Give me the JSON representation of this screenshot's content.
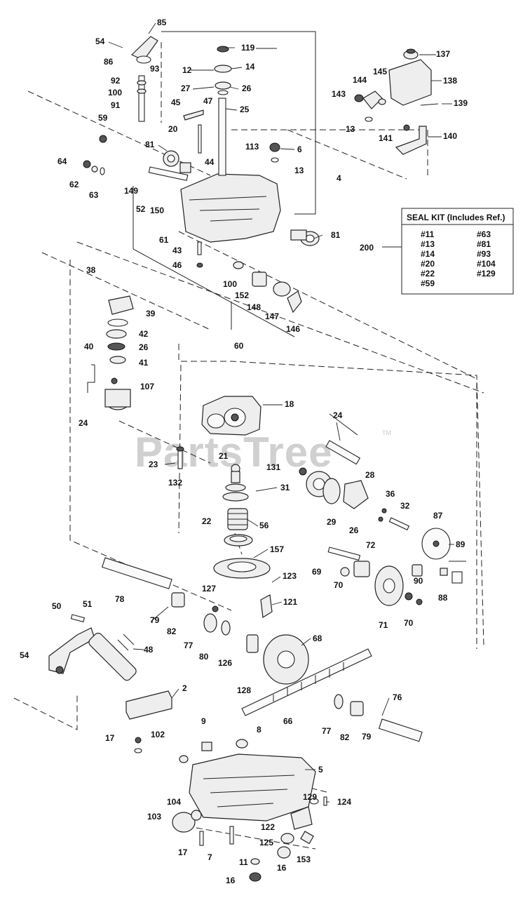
{
  "watermark": {
    "text": "PartsTree",
    "tm": "TM"
  },
  "seal_kit": {
    "ref": "200",
    "title": "SEAL KIT (Includes Ref.)",
    "col1": [
      "#11",
      "#13",
      "#14",
      "#20",
      "#22",
      "#59"
    ],
    "col2": [
      "#63",
      "#81",
      "#93",
      "#104",
      "#129"
    ]
  },
  "callouts": [
    "85",
    "54",
    "86",
    "93",
    "119",
    "12",
    "14",
    "92",
    "100",
    "91",
    "27",
    "26",
    "25",
    "45",
    "47",
    "20",
    "59",
    "145",
    "137",
    "144",
    "138",
    "143",
    "139",
    "13",
    "141",
    "140",
    "81",
    "44",
    "113",
    "6",
    "64",
    "62",
    "63",
    "149",
    "52",
    "150",
    "13",
    "4",
    "61",
    "43",
    "46",
    "81",
    "100",
    "152",
    "148",
    "147",
    "146",
    "38",
    "39",
    "42",
    "40",
    "26",
    "41",
    "107",
    "24",
    "60",
    "18",
    "24",
    "23",
    "21",
    "131",
    "132",
    "31",
    "28",
    "36",
    "32",
    "29",
    "56",
    "26",
    "87",
    "22",
    "157",
    "89",
    "72",
    "69",
    "70",
    "90",
    "88",
    "78",
    "123",
    "121",
    "127",
    "79",
    "50",
    "51",
    "82",
    "77",
    "80",
    "126",
    "71",
    "70",
    "68",
    "48",
    "54",
    "128",
    "2",
    "66",
    "77",
    "82",
    "79",
    "76",
    "9",
    "8",
    "17",
    "102",
    "5",
    "129",
    "124",
    "104",
    "103",
    "122",
    "125",
    "153",
    "17",
    "7",
    "11",
    "16",
    "16"
  ]
}
